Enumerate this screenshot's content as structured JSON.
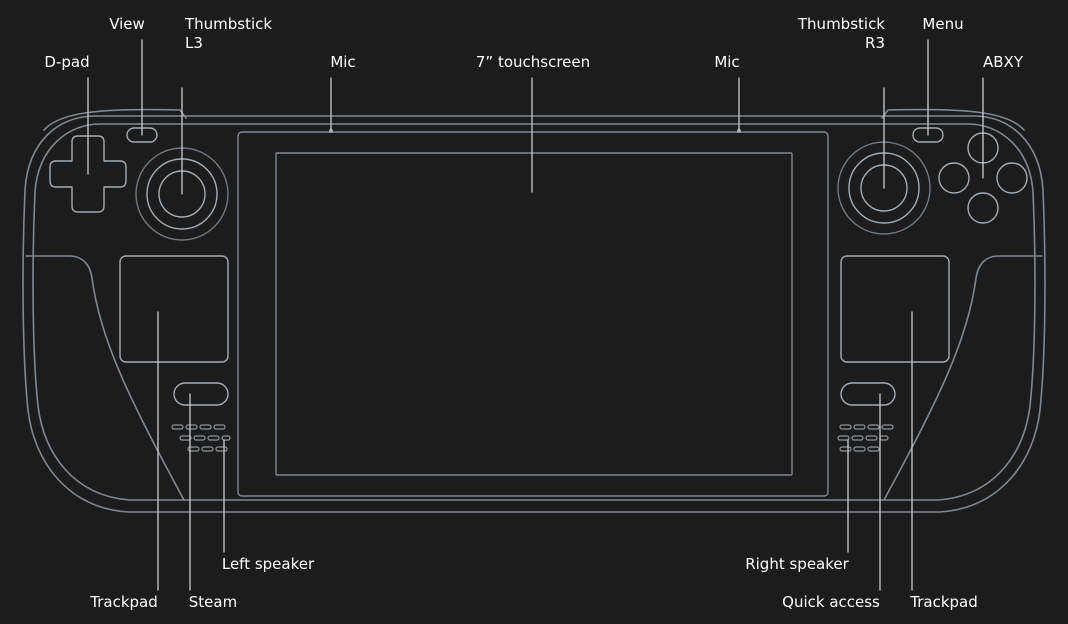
{
  "colors": {
    "background": "#1c1c1c",
    "outline": "#7f8790",
    "outline_bright": "#a3abb3",
    "leader": "#c9ced3",
    "text": "#ffffff"
  },
  "labels": {
    "dpad": "D-pad",
    "view": "View",
    "thumbstick_l3_line1": "Thumbstick",
    "thumbstick_l3_line2": "L3",
    "mic_left": "Mic",
    "touchscreen": "7” touchscreen",
    "mic_right": "Mic",
    "thumbstick_r3_line1": "Thumbstick",
    "thumbstick_r3_line2": "R3",
    "menu": "Menu",
    "abxy": "ABXY",
    "trackpad_left": "Trackpad",
    "steam": "Steam",
    "left_speaker": "Left speaker",
    "right_speaker": "Right speaker",
    "quick_access": "Quick access",
    "trackpad_right": "Trackpad"
  }
}
